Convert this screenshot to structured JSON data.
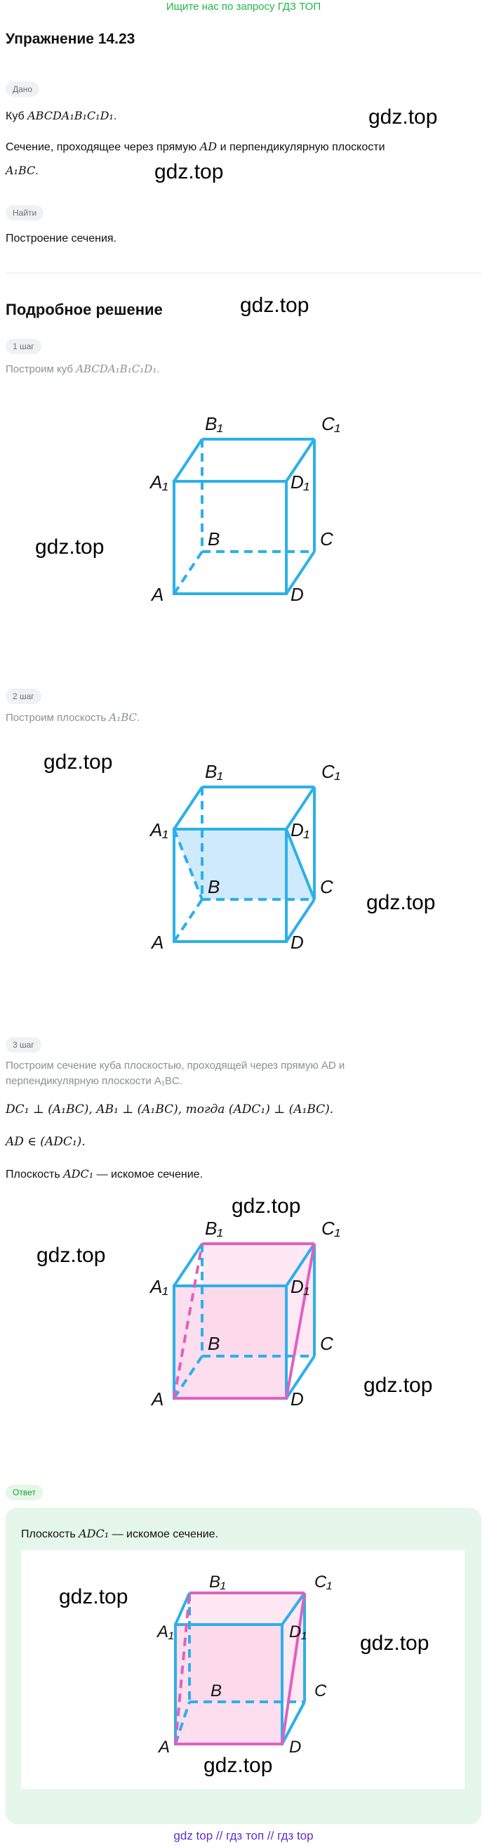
{
  "banner": "Ищите нас по запросу ГДЗ ТОП",
  "title": "Упражнение 14.23",
  "given_chip": "Дано",
  "given_line1_pre": "Куб ",
  "given_line1_math": "ABCDA₁B₁C₁D₁",
  "given_line1_post": ".",
  "given_line2_pre": "Сечение, проходящее через прямую ",
  "given_line2_math": "AD",
  "given_line2_post": " и перпендикулярную плоскости",
  "given_line3_math": "A₁BC",
  "given_line3_post": ".",
  "find_chip": "Найти",
  "find_text": "Построение сечения.",
  "solution_title": "Подробное решение",
  "step1_chip": "1 шаг",
  "step1_text_pre": "Построим куб ",
  "step1_text_math": "ABCDA₁B₁C₁D₁",
  "step1_text_post": ".",
  "step2_chip": "2 шаг",
  "step2_text_pre": "Построим плоскость ",
  "step2_text_math": "A₁BC",
  "step2_text_post": ".",
  "step3_chip": "3 шаг",
  "step3_text1": "Построим сечение куба плоскостью, проходящей через прямую AD и",
  "step3_text2": "перпендикулярную плоскости A₁BC.",
  "step3_formula1": "DC₁ ⊥ (A₁BC), AB₁ ⊥ (A₁BC), тогда (ADC₁) ⊥ (A₁BC).",
  "step3_formula2": "AD ∈ (ADC₁).",
  "step3_result_pre": "Плоскость ",
  "step3_result_math": "ADC₁",
  "step3_result_post": " — искомое сечение.",
  "answer_chip": "Ответ",
  "answer_text_pre": "Плоскость ",
  "answer_text_math": "ADC₁",
  "answer_text_post": " — искомое сечение.",
  "watermark": "gdz.top",
  "labels": {
    "A": "A",
    "B": "B",
    "C": "C",
    "D": "D",
    "A1": "A₁",
    "B1": "B₁",
    "C1": "C₁",
    "D1": "D₁"
  },
  "footer": "gdz top  //  гдз топ  //  гдз top",
  "colors": {
    "cube": "#2bb0ea",
    "plane_blue": "#cfeafb",
    "section_pink": "#fbd6ea",
    "section_edge": "#e060c0",
    "accent_green": "#1fb846"
  }
}
